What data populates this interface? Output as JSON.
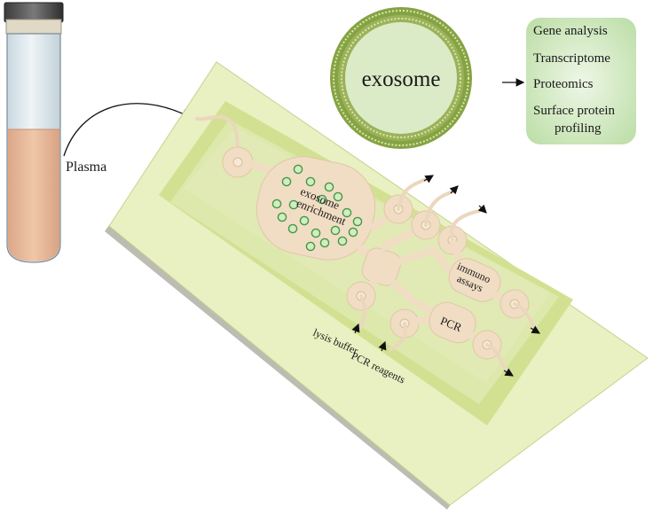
{
  "labels": {
    "plasma": "Plasma",
    "exosome": "exosome",
    "enrichment_line1": "exosome",
    "enrichment_line2": "enrichment",
    "immuno_line1": "immuno",
    "immuno_line2": "assays",
    "pcr": "PCR",
    "lysis_buffer": "lysis buffer",
    "pcr_reagents": "PCR reagents"
  },
  "analysis_box": {
    "items": [
      "Gene analysis",
      "Transcriptome",
      "Proteomics",
      "Surface protein",
      "profiling"
    ]
  },
  "colors": {
    "chip_outer": "#e9f0c2",
    "chip_inner": "#d6e3a5",
    "chip_core": "#e2eab8",
    "chip_edge": "#c2d477",
    "channel": "#f1ddc4",
    "bead_fill": "#d6ebc0",
    "bead_stroke": "#3f9a4a",
    "exosome_ring": "#7f9a3c",
    "exosome_fill": "#dcebc7",
    "tube_liquid": "#e9bfa0",
    "tube_glass": "#dde8ef",
    "box_fill": "#d6ecc5"
  }
}
